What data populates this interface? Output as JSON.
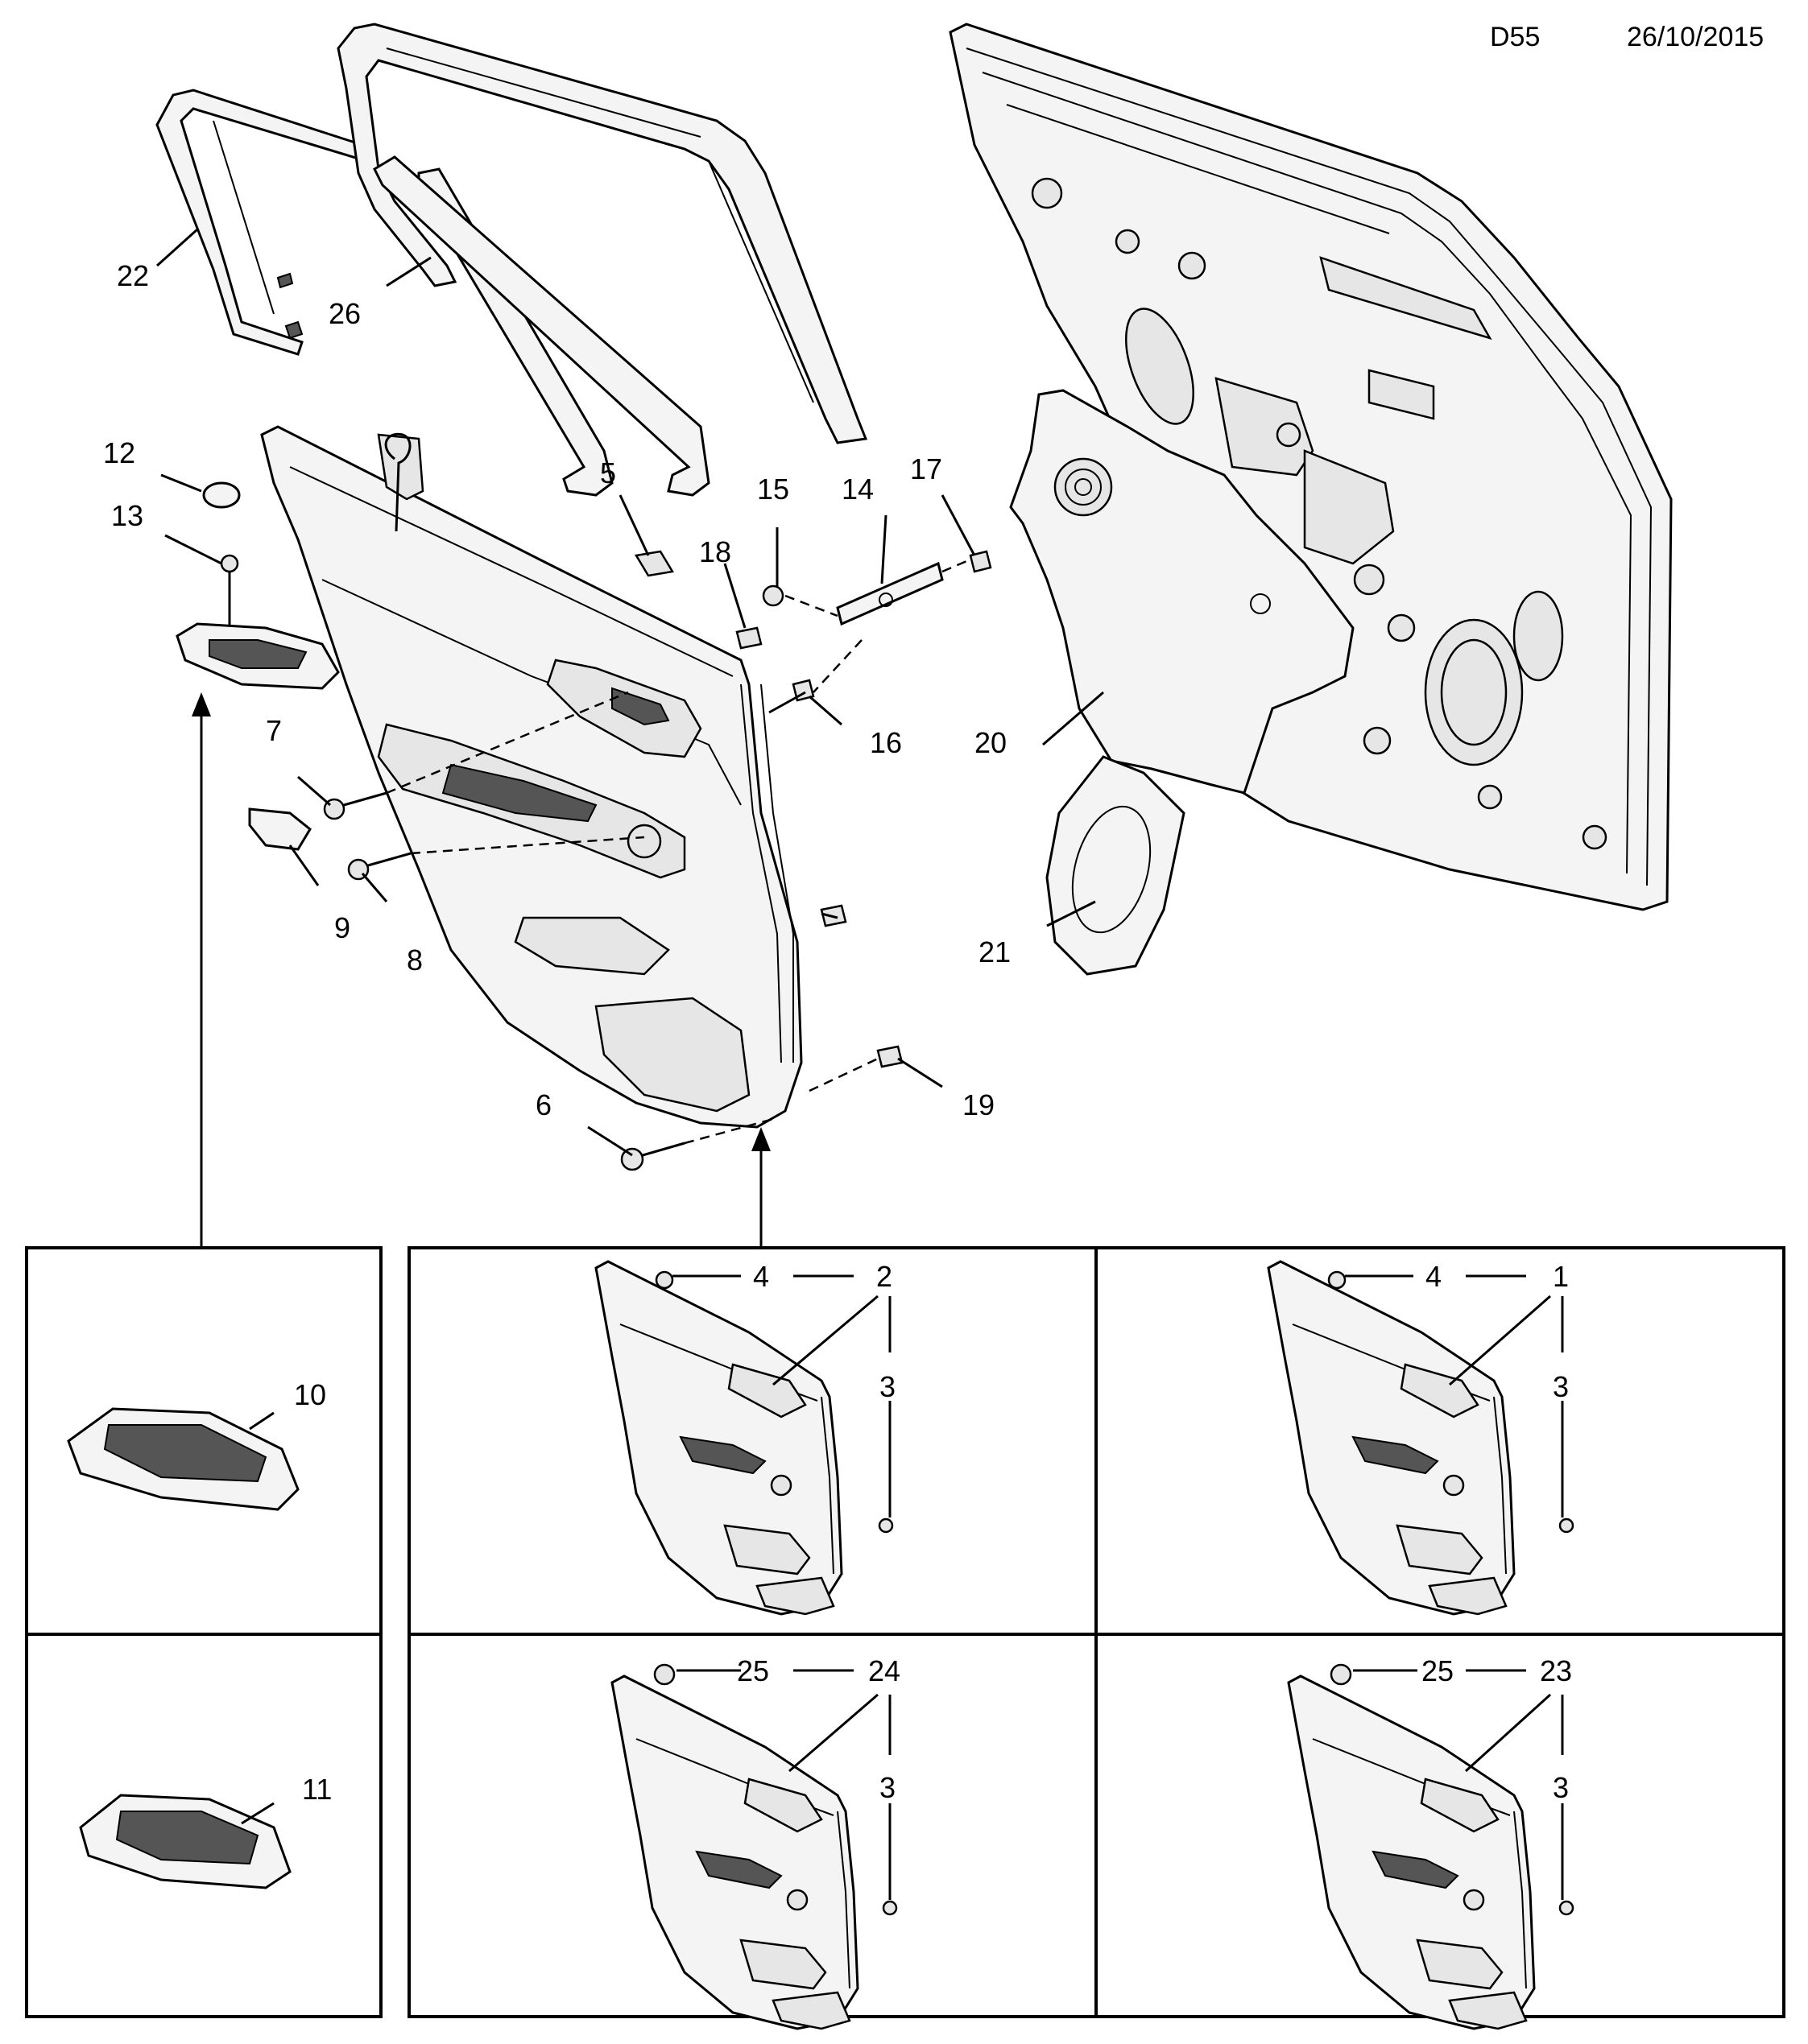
{
  "header": {
    "code": "D55",
    "date": "26/10/2015"
  },
  "labels": {
    "p1": "1",
    "p2": "2",
    "p3a": "3",
    "p3b": "3",
    "p3c": "3",
    "p3d": "3",
    "p4a": "4",
    "p4b": "4",
    "p5": "5",
    "p6": "6",
    "p7": "7",
    "p8": "8",
    "p9": "9",
    "p10": "10",
    "p11": "11",
    "p12": "12",
    "p13": "13",
    "p14": "14",
    "p15": "15",
    "p16": "16",
    "p17": "17",
    "p18": "18",
    "p19": "19",
    "p20": "20",
    "p21": "21",
    "p22": "22",
    "p23": "23",
    "p24": "24",
    "p25a": "25",
    "p25b": "25",
    "p26": "26"
  }
}
